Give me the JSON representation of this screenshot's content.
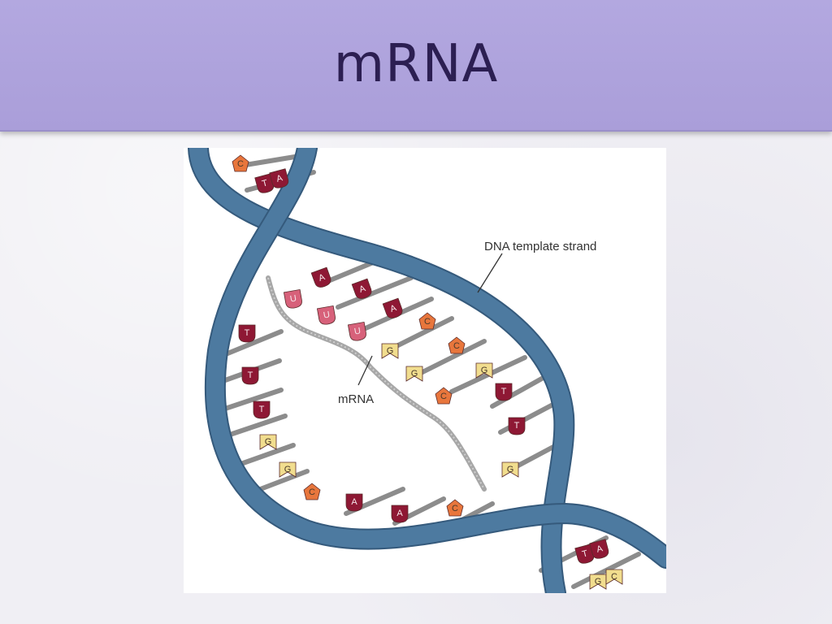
{
  "slide": {
    "title": "mRNA"
  },
  "figure": {
    "label_template": "DNA  template strand",
    "label_mrna": "mRNA",
    "colors": {
      "backbone": "#4d7aa0",
      "backbone_edge": "#355a7c",
      "rung": "#8c8c8c",
      "mrna_strand": "#a7a7a7",
      "nt_dark": "#8e1834",
      "nt_pink": "#d7617a",
      "nt_orange": "#e8763c",
      "nt_yellow": "#f1dd8e"
    }
  }
}
